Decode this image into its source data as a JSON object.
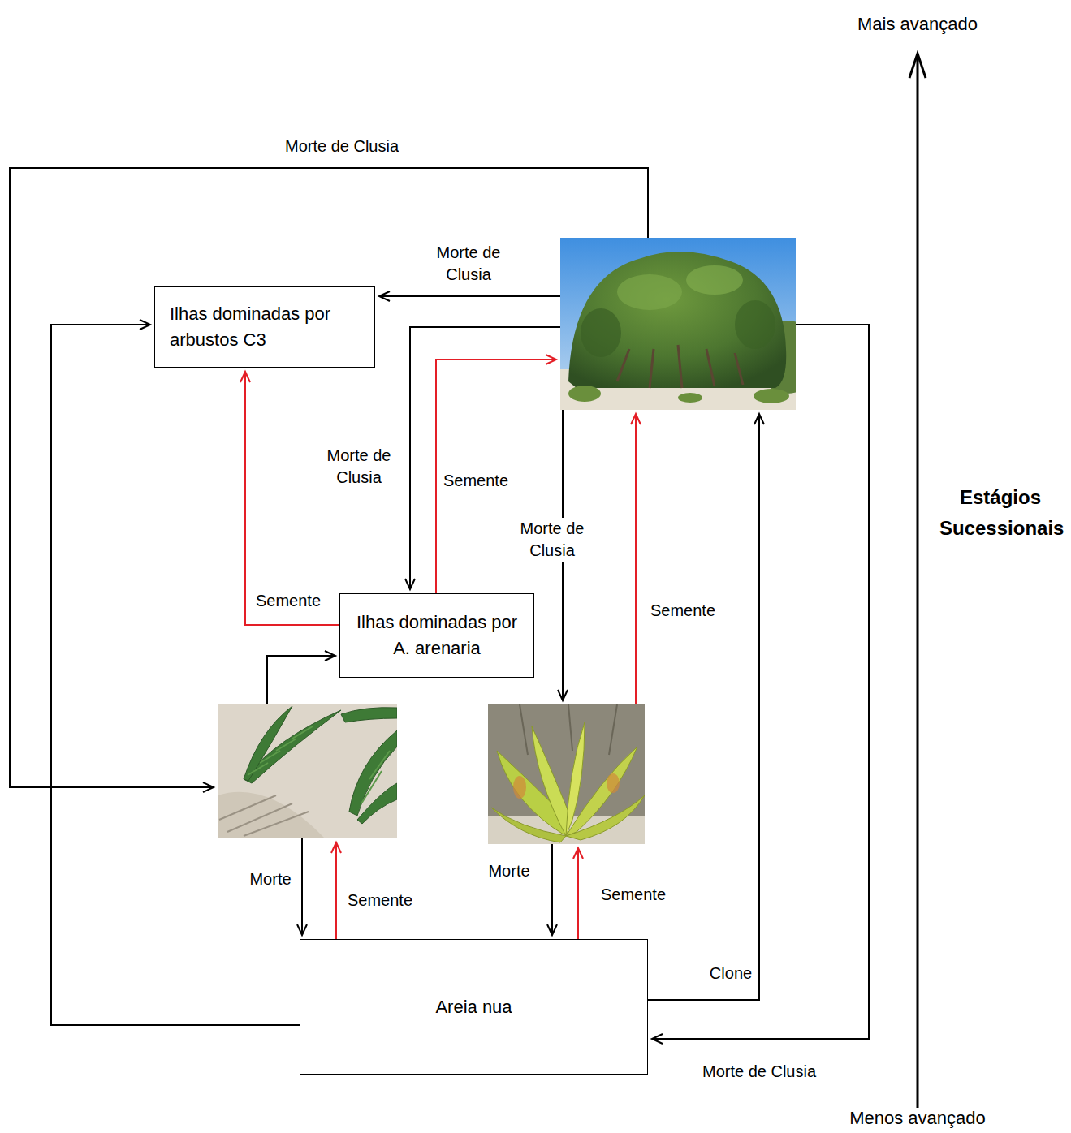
{
  "diagram": {
    "nodes": [
      {
        "text": [
          "Ilhas dominadas por arbustos C3"
        ]
      },
      {
        "text": []
      },
      {
        "text": [
          "Ilhas dominadas por A. arenaria"
        ]
      },
      {
        "text": []
      },
      {
        "text": []
      },
      {
        "text": [
          "Areia nua"
        ]
      }
    ],
    "edges": [
      {
        "from": 1,
        "to": 0,
        "label": "Morte de Clusia",
        "arrow": "to"
      },
      {
        "from": 1,
        "to": 3,
        "label": "Morte de Clusia",
        "arrow": "to"
      },
      {
        "from": 1,
        "to": 2,
        "label": "Morte de Clusia",
        "arrow": "to"
      },
      {
        "from": 1,
        "to": 4,
        "label": "Morte de Clusia",
        "arrow": "to"
      },
      {
        "from": 1,
        "to": 5,
        "label": "Morte de Clusia",
        "arrow": "to"
      },
      {
        "from": 2,
        "to": 0,
        "label": "Semente",
        "arrow": "to"
      },
      {
        "from": 2,
        "to": 1,
        "label": "Semente",
        "arrow": "to"
      },
      {
        "from": 4,
        "to": 1,
        "label": "Semente",
        "arrow": "to"
      },
      {
        "from": 3,
        "to": 2,
        "arrow": "to"
      },
      {
        "from": 3,
        "to": 5,
        "label": "Morte",
        "arrow": "to"
      },
      {
        "from": 5,
        "to": 3,
        "label": "Semente",
        "arrow": "to"
      },
      {
        "from": 4,
        "to": 5,
        "label": "Morte",
        "arrow": "to"
      },
      {
        "from": 5,
        "to": 4,
        "label": "Semente",
        "arrow": "to"
      },
      {
        "from": 5,
        "to": 1,
        "label": "Clone",
        "arrow": "to"
      },
      {
        "from": 5,
        "to": 0,
        "arrow": "to"
      }
    ],
    "labels": [
      "Mais avançado",
      "Estágios Sucessionais",
      "Menos avançado"
    ]
  }
}
